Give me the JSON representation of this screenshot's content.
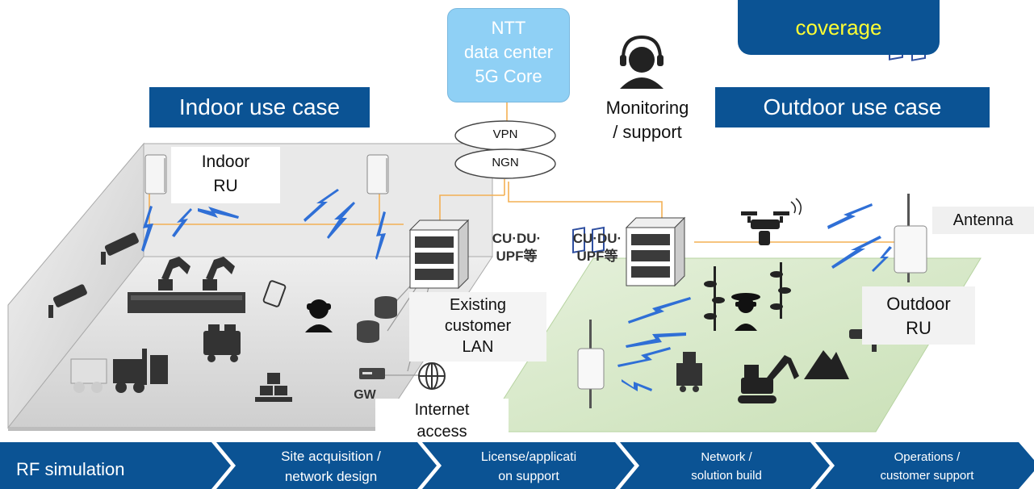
{
  "datacenter": {
    "line1": "NTT",
    "line2": "data center",
    "line3": "5G Core"
  },
  "coverage_label": "coverage",
  "monitoring": {
    "line1": "Monitoring",
    "line2": "/ support"
  },
  "indoor_title": "Indoor use case",
  "outdoor_title": "Outdoor use case",
  "vpn_label": "VPN",
  "ngn_label": "NGN",
  "indoor_ru": {
    "line1": "Indoor",
    "line2": "RU"
  },
  "server_label_left": {
    "line1": "CU·DU·",
    "line2": "UPF等"
  },
  "server_label_right": {
    "line1": "CU·DU·",
    "line2": "UPF等"
  },
  "existing_lan": {
    "line1": "Existing",
    "line2": "customer",
    "line3": "LAN"
  },
  "gw_label": "GW",
  "internet": {
    "line1": "Internet",
    "line2": "access"
  },
  "antenna_label": "Antenna",
  "outdoor_ru": {
    "line1": "Outdoor",
    "line2": "RU"
  },
  "process_steps": [
    {
      "line1": "RF simulation",
      "line2": ""
    },
    {
      "line1": "Site acquisition /",
      "line2": "network design"
    },
    {
      "line1": "License/applicati",
      "line2": "on  support"
    },
    {
      "line1": "Network /",
      "line2": "solution build"
    },
    {
      "line1": "Operations /",
      "line2": "customer support"
    }
  ],
  "colors": {
    "accent_blue": "#0b5394",
    "datacenter_blue": "#8fd0f5",
    "coverage_yellow": "#ffff33",
    "field_green": "#d6eac9",
    "link_orange": "#f3b054",
    "radio_blue": "#2f6fd6"
  },
  "icons": [
    "headset-operator-icon",
    "radio-unit-icon",
    "server-rack-icon",
    "robot-arm-icon",
    "camera-icon",
    "forklift-icon",
    "drone-icon",
    "excavator-icon",
    "globe-icon",
    "database-icon",
    "lightning-signal-icon",
    "antenna-icon"
  ]
}
